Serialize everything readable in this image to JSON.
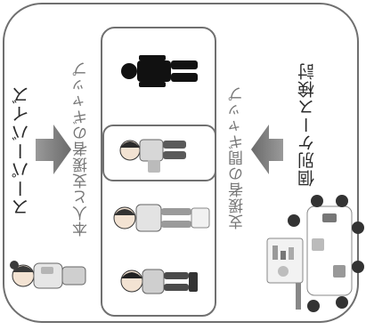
{
  "labels": {
    "supervise": "スーパーバイズ",
    "gap_self_supporter": "本人と支援者のギャップ",
    "gap_between_supporters": "支援者の間ギャップ",
    "case_review": "個別ケース検討"
  }
}
